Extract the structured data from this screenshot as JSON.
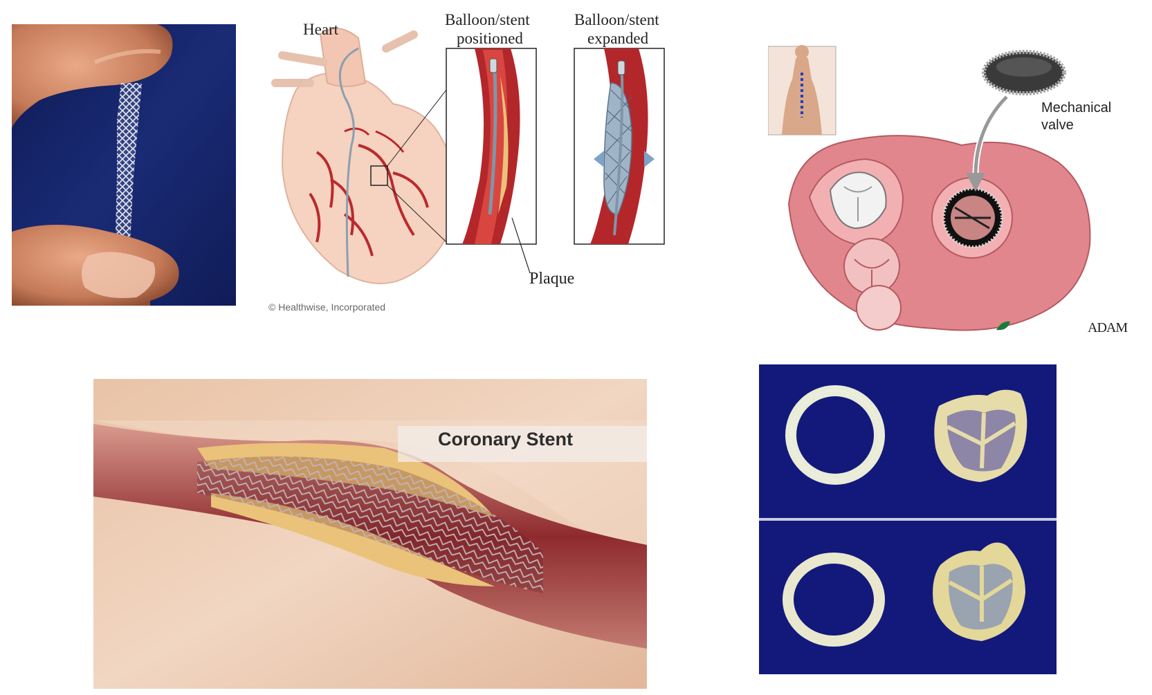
{
  "heart_diagram": {
    "heart_label": "Heart",
    "positioned_label_1": "Balloon/stent",
    "positioned_label_2": "positioned",
    "expanded_label_1": "Balloon/stent",
    "expanded_label_2": "expanded",
    "plaque_label": "Plaque",
    "copyright": "© Healthwise, Incorporated"
  },
  "valve_diagram": {
    "mechanical_label_1": "Mechanical",
    "mechanical_label_2": "valve",
    "brand_logo": "ADAM"
  },
  "coronary_stent": {
    "title": "Coronary Stent"
  },
  "colors": {
    "stent_photo_bg": "#16256b",
    "valve_photo_bg": "#13197a",
    "artery_red": "#b3272b",
    "plaque_yellow": "#eac27a",
    "heart_tissue": "#f6d2c0"
  },
  "icons": [
    "leaf-logo-icon"
  ]
}
